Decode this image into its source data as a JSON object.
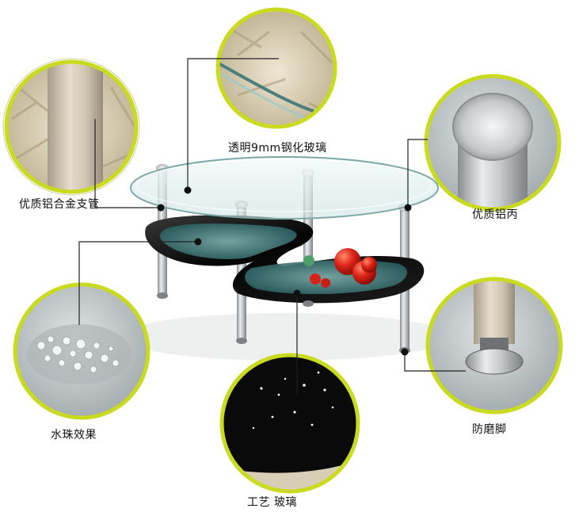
{
  "labels": {
    "glass": "透明9mm钢化玻璃",
    "tube": "优质铝合金支管",
    "cap": "优质铝丙",
    "water": "水珠效果",
    "foot": "防磨脚",
    "craft": "工艺  玻璃"
  },
  "colors": {
    "ring": "#c9da1f",
    "leader": "#222222",
    "black_glass": "#0d0d0d",
    "teal_glass": "#2f6e70",
    "chrome": "#b9bcbe",
    "rug": "#d6cbb0"
  },
  "icons": {
    "tube_detail": "aluminum-tube-closeup",
    "glass_detail": "tempered-glass-edge-closeup",
    "cap_detail": "aluminum-cap-closeup",
    "water_detail": "water-drop-pattern-closeup",
    "craft_detail": "black-glass-craft-closeup",
    "foot_detail": "anti-wear-foot-closeup"
  }
}
